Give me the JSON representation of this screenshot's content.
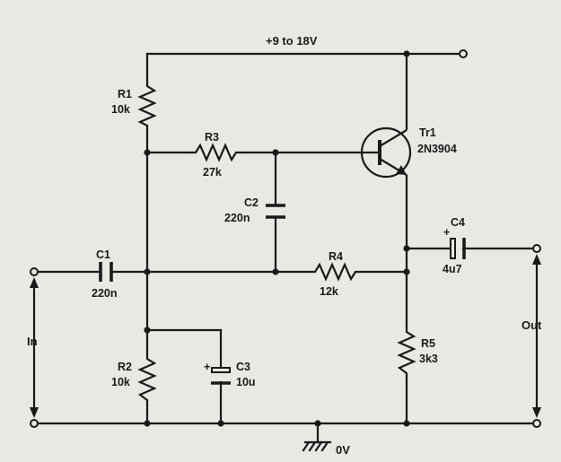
{
  "supply_label": "+9 to 18V",
  "ground_label": "0V",
  "input_label": "In",
  "output_label": "Out",
  "components": {
    "R1": {
      "ref": "R1",
      "value": "10k"
    },
    "R2": {
      "ref": "R2",
      "value": "10k"
    },
    "R3": {
      "ref": "R3",
      "value": "27k"
    },
    "R4": {
      "ref": "R4",
      "value": "12k"
    },
    "R5": {
      "ref": "R5",
      "value": "3k3"
    },
    "C1": {
      "ref": "C1",
      "value": "220n"
    },
    "C2": {
      "ref": "C2",
      "value": "220n"
    },
    "C3": {
      "ref": "C3",
      "value": "10u",
      "polarity": "+"
    },
    "C4": {
      "ref": "C4",
      "value": "4u7",
      "polarity": "+"
    },
    "Tr1": {
      "ref": "Tr1",
      "value": "2N3904"
    }
  }
}
